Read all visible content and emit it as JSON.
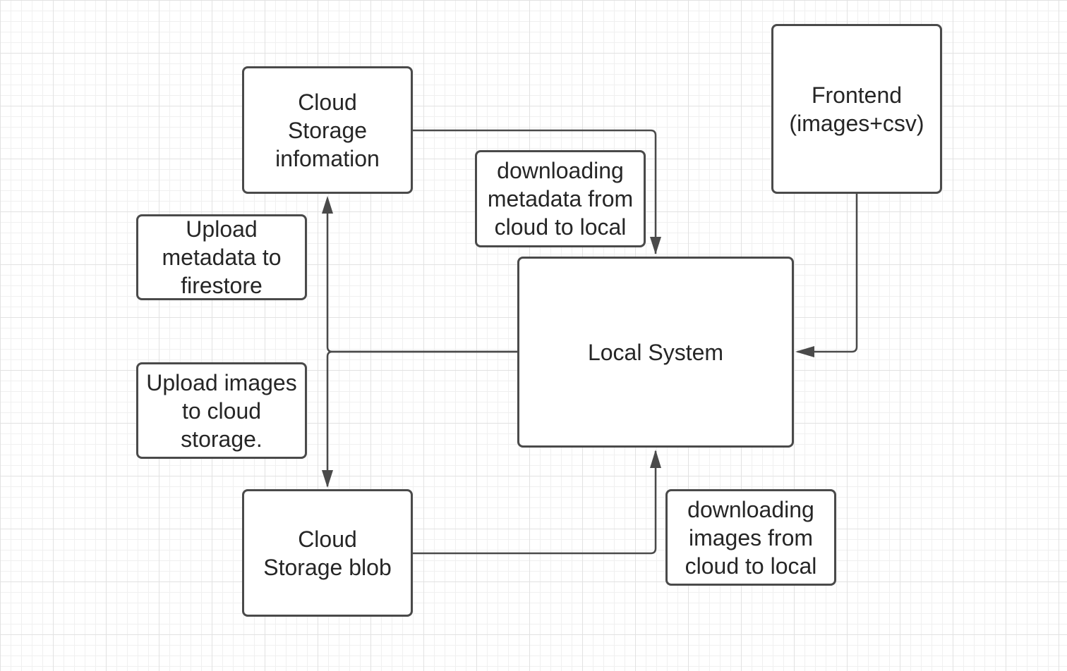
{
  "diagram": {
    "colors": {
      "stroke": "#4a4a4a",
      "text": "#262626",
      "grid": "#e2e2e2",
      "background": "#ffffff"
    },
    "nodes": {
      "cloud_storage_information": {
        "label": "Cloud\nStorage\ninfomation"
      },
      "frontend": {
        "label": "Frontend\n(images+csv)"
      },
      "local_system": {
        "label": "Local System"
      },
      "cloud_storage_blob": {
        "label": "Cloud\nStorage blob"
      }
    },
    "edge_labels": {
      "upload_metadata": "Upload\nmetadata to\nfirestore",
      "upload_images": "Upload images\nto cloud\nstorage.",
      "download_metadata": "downloading\nmetadata from\ncloud to local",
      "download_images": "downloading\nimages from\ncloud to local"
    },
    "edges": [
      {
        "from": "cloud_storage_information",
        "to": "local_system",
        "label": "download_metadata"
      },
      {
        "from": "frontend",
        "to": "local_system"
      },
      {
        "from": "local_system",
        "to": "cloud_storage_information",
        "label": "upload_metadata"
      },
      {
        "from": "local_system",
        "to": "cloud_storage_blob",
        "label": "upload_images"
      },
      {
        "from": "cloud_storage_blob",
        "to": "local_system",
        "label": "download_images"
      }
    ]
  }
}
